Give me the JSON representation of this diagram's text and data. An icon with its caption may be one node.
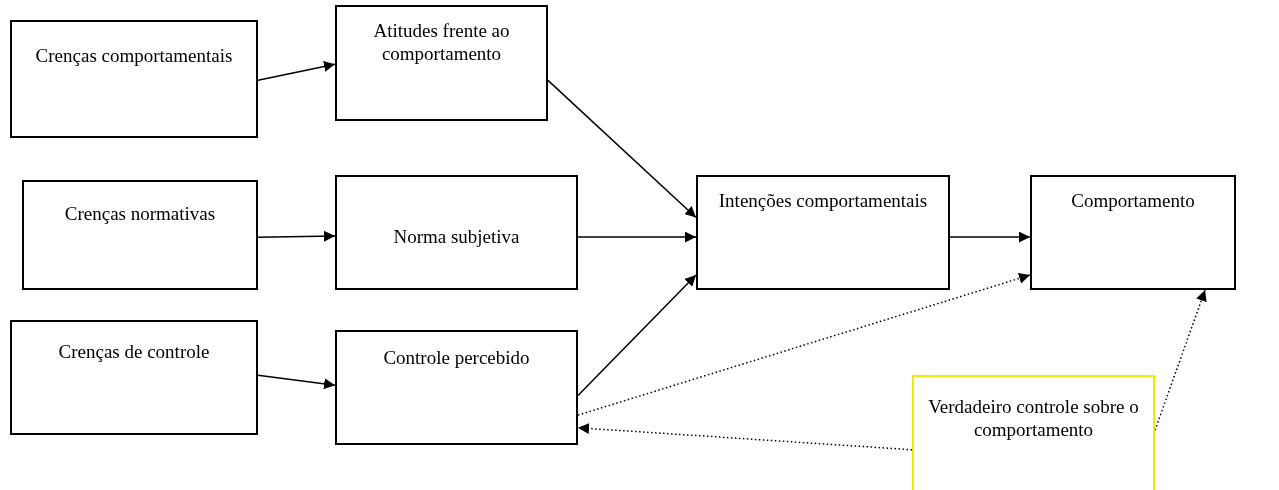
{
  "diagram": {
    "nodes": [
      {
        "text": [
          "Crenças comportamentais"
        ]
      },
      {
        "text": [
          "Atitudes frente ao comportamento"
        ]
      },
      {
        "text": [
          "Crenças normativas"
        ]
      },
      {
        "text": [
          "Norma subjetiva"
        ]
      },
      {
        "text": [
          "Crenças de controle"
        ]
      },
      {
        "text": [
          "Controle percebido"
        ]
      },
      {
        "text": [
          "Intenções comportamentais"
        ]
      },
      {
        "text": [
          "Comportamento"
        ]
      },
      {
        "text": [
          "Verdadeiro controle sobre o comportamento"
        ]
      }
    ],
    "edges": [
      {
        "from": 0,
        "to": 1,
        "arrow": "to"
      },
      {
        "from": 2,
        "to": 3,
        "arrow": "to"
      },
      {
        "from": 4,
        "to": 5,
        "arrow": "to"
      },
      {
        "from": 1,
        "to": 6,
        "arrow": "to"
      },
      {
        "from": 3,
        "to": 6,
        "arrow": "to"
      },
      {
        "from": 5,
        "to": 6,
        "arrow": "to"
      },
      {
        "from": 6,
        "to": 7,
        "arrow": "to"
      },
      {
        "from": 5,
        "to": 7,
        "arrow": "to",
        "style": "dashed"
      },
      {
        "from": 8,
        "to": 5,
        "arrow": "to",
        "style": "dashed"
      },
      {
        "from": 8,
        "to": 7,
        "arrow": "to",
        "style": "dashed"
      }
    ]
  }
}
